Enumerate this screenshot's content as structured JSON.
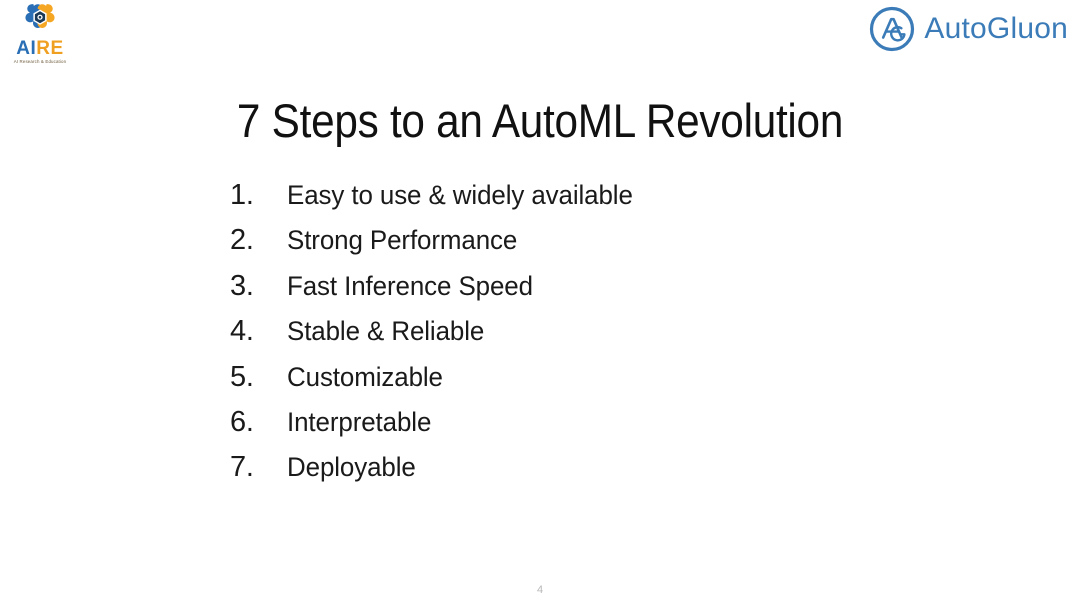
{
  "slide": {
    "title": "7 Steps to an AutoML Revolution",
    "page_number": "4",
    "background_color": "#ffffff",
    "text_color": "#1a1a1a"
  },
  "aire_logo": {
    "word_part_1": "AI",
    "word_part_2": "RE",
    "subtitle": "AI Research & Education",
    "blue": "#2a6fb5",
    "orange": "#f0a020"
  },
  "autogluon_logo": {
    "wordmark": "AutoGluon",
    "monogram": "AG",
    "color": "#3b7cb8"
  },
  "steps": [
    {
      "number": "1.",
      "label": "Easy to use & widely available"
    },
    {
      "number": "2.",
      "label": "Strong Performance"
    },
    {
      "number": "3.",
      "label": "Fast Inference Speed"
    },
    {
      "number": "4.",
      "label": "Stable & Reliable"
    },
    {
      "number": "5.",
      "label": "Customizable"
    },
    {
      "number": "6.",
      "label": "Interpretable"
    },
    {
      "number": "7.",
      "label": "Deployable"
    }
  ]
}
